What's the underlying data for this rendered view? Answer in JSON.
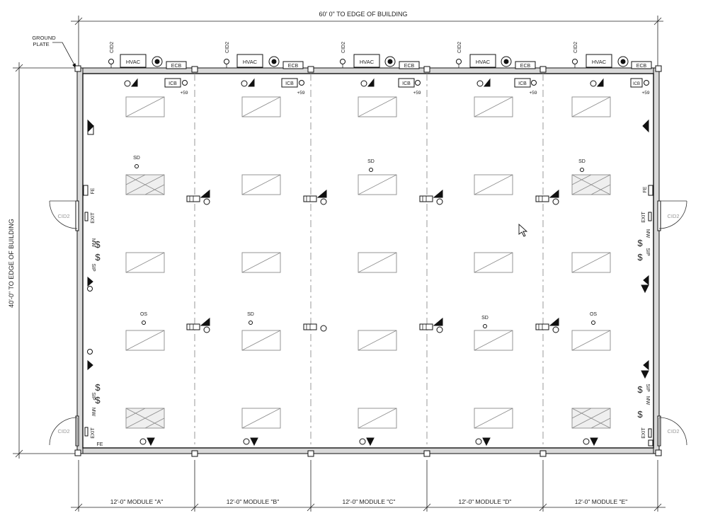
{
  "dimensions": {
    "top": "60' 0\" TO EDGE OF BUILDING",
    "left": "40'-0\" TO EDGE OF BUILDING"
  },
  "callout": {
    "line1": "GROUND",
    "line2": "PLATE"
  },
  "modules": [
    {
      "label": "12'-0\"  MODULE \"A\""
    },
    {
      "label": "12'-0\"  MODULE \"B\""
    },
    {
      "label": "12'-0\"  MODULE \"C\""
    },
    {
      "label": "12'-0\"  MODULE \"D\""
    },
    {
      "label": "12'-0\"  MODULE \"E\""
    }
  ],
  "equipment": {
    "hvac": "HVAC",
    "ecb": "ECB",
    "icb": "ICB",
    "cid": "CID2",
    "plus59": "+59"
  },
  "devices": {
    "sd": "SD",
    "os": "OS",
    "exit": "EXIT",
    "fe": "FE",
    "sip": "SIP",
    "mw": "MW",
    "dollar": "$"
  }
}
